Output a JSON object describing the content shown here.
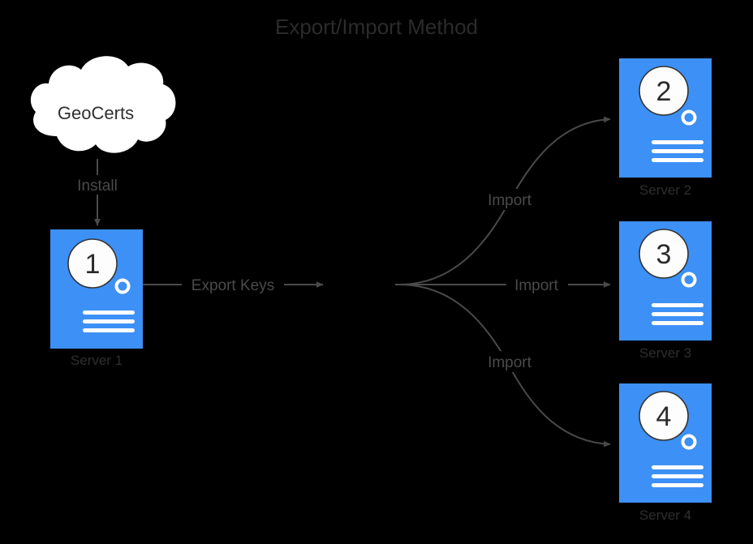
{
  "diagram": {
    "title": "Export/Import Method",
    "background_color": "#000000",
    "accent_color": "#3d90f5",
    "line_color": "#4a4a4a",
    "text_color": "#2e2e2e",
    "source": {
      "type": "cloud",
      "label": "GeoCerts"
    },
    "nodes": [
      {
        "id": "server1",
        "number": "1",
        "caption": "Server 1",
        "icon": "server-icon"
      },
      {
        "id": "server2",
        "number": "2",
        "caption": "Server 2",
        "icon": "server-icon"
      },
      {
        "id": "server3",
        "number": "3",
        "caption": "Server 3",
        "icon": "server-icon"
      },
      {
        "id": "server4",
        "number": "4",
        "caption": "Server 4",
        "icon": "server-icon"
      }
    ],
    "edges": [
      {
        "id": "install",
        "label": "Install",
        "from": "GeoCerts",
        "to": "Server 1"
      },
      {
        "id": "export",
        "label": "Export Keys",
        "from": "Server 1",
        "to": "junction"
      },
      {
        "id": "import2",
        "label": "Import",
        "from": "junction",
        "to": "Server 2"
      },
      {
        "id": "import3",
        "label": "Import",
        "from": "junction",
        "to": "Server 3"
      },
      {
        "id": "import4",
        "label": "Import",
        "from": "junction",
        "to": "Server 4"
      }
    ]
  }
}
